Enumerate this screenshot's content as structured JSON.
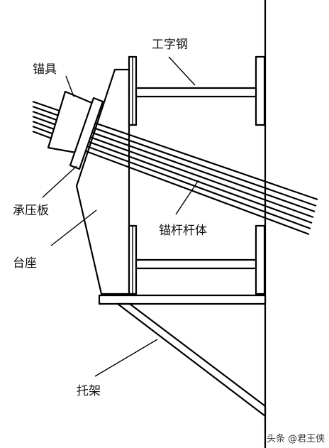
{
  "labels": {
    "i_beam": "工字钢",
    "anchorage": "锚具",
    "bearing_plate": "承压板",
    "pedestal": "台座",
    "anchor_rod": "锚杆杆体",
    "bracket": "托架"
  },
  "watermark": "头条 @君王侠"
}
